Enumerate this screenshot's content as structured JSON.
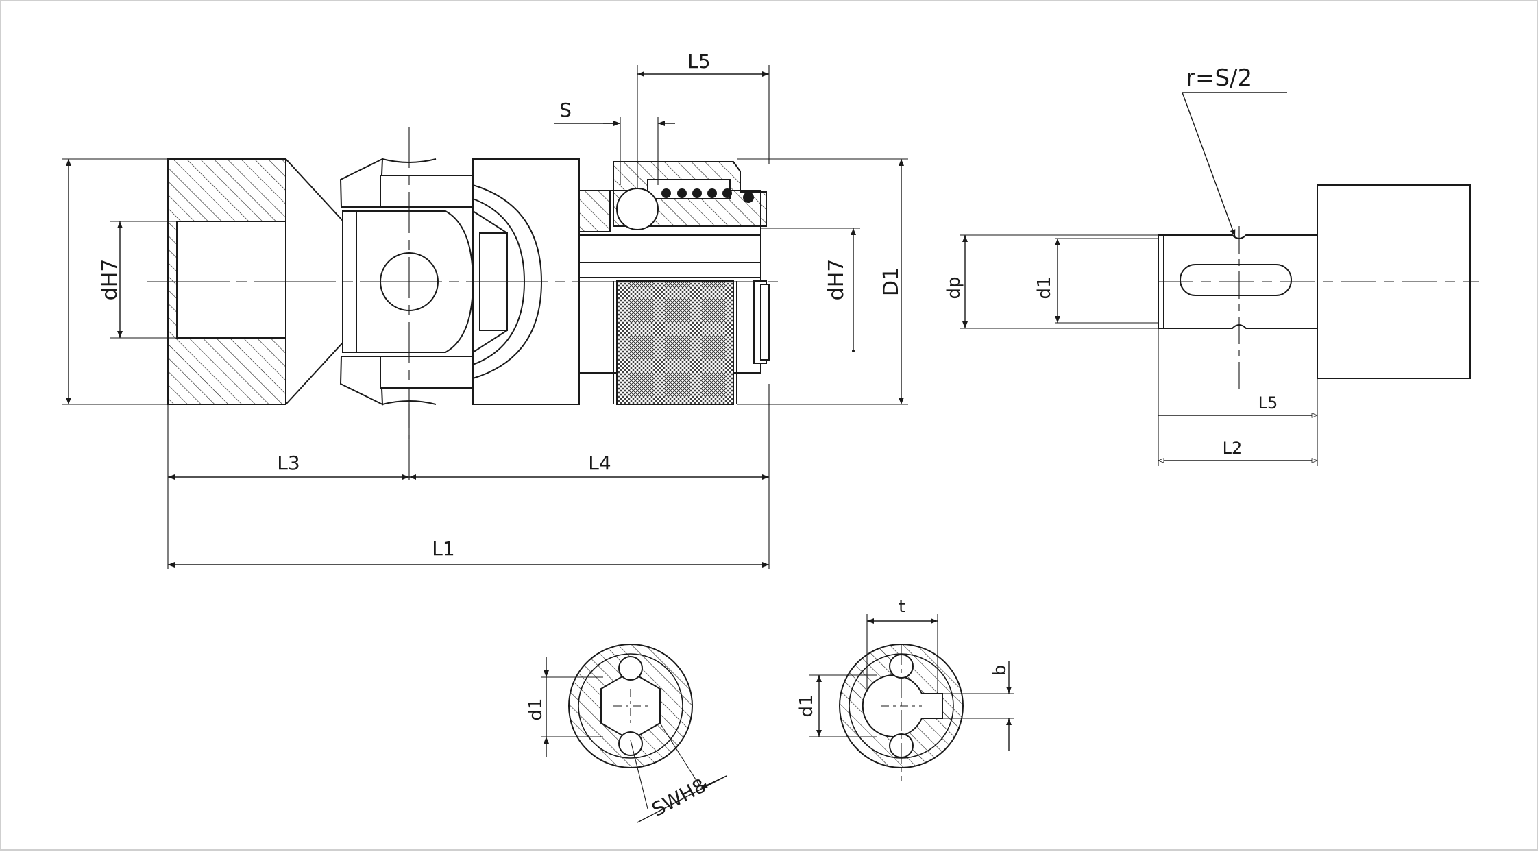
{
  "labels": {
    "l5_top": "L5",
    "s": "S",
    "dh7_left": "dH7",
    "dh7_right": "dH7",
    "d1_outer": "D1",
    "l3": "L3",
    "l4": "L4",
    "l1": "L1",
    "radius": "r=S/2",
    "dp": "dp",
    "d1_shaft": "d1",
    "l5_shaft": "L5",
    "l2": "L2",
    "d1_hex": "d1",
    "swh8": "SWH8",
    "d1_keyway": "d1",
    "t": "t",
    "b": "b"
  }
}
